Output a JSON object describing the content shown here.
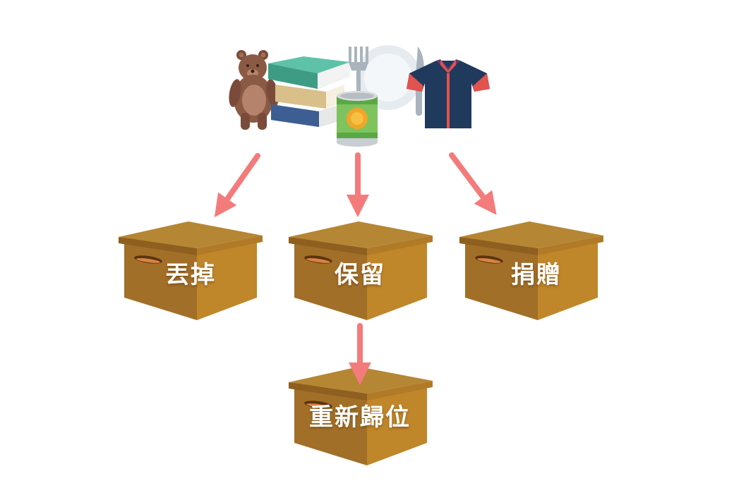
{
  "items": [
    {
      "icon": "teddy-bear-icon"
    },
    {
      "icon": "books-icon"
    },
    {
      "icon": "plate-and-cutlery-icon"
    },
    {
      "icon": "canned-food-icon"
    },
    {
      "icon": "shirt-icon"
    }
  ],
  "boxes": {
    "discard": {
      "label": "丟掉"
    },
    "keep": {
      "label": "保留"
    },
    "donate": {
      "label": "捐贈"
    },
    "put_back": {
      "label": "重新歸位"
    }
  },
  "colors": {
    "arrow": "#f47b7b",
    "box_top": "#b0822f",
    "box_front": "#a26f28",
    "box_side": "#c0862a"
  }
}
